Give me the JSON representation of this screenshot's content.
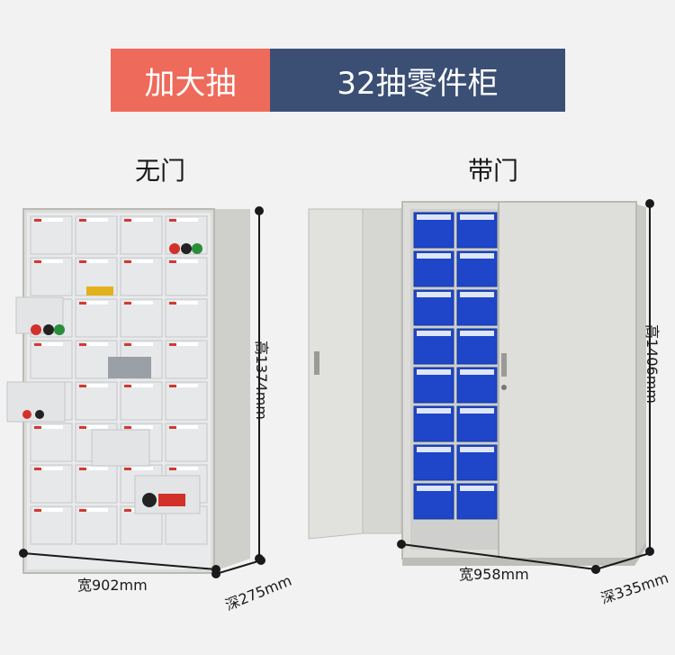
{
  "banner": {
    "left_text": "加大抽",
    "right_text": "32抽零件柜",
    "left_color": "#ee6a5a",
    "right_color": "#3b4f74"
  },
  "cabinets": [
    {
      "label": "无门",
      "width": "宽902mm",
      "height": "高1374mm",
      "depth": "深275mm",
      "drawer_color": "transparent"
    },
    {
      "label": "带门",
      "width": "宽958mm",
      "height": "高1406mm",
      "depth": "深335mm",
      "drawer_color": "#1f45c8"
    }
  ],
  "colors": {
    "cabinet_body": "#d9d9d6",
    "cabinet_edge": "#b9b9b5",
    "drawer_blue": "#1f45c8",
    "drawer_clear": "#e6e8ea",
    "drawer_tag": "#d23a2f"
  }
}
